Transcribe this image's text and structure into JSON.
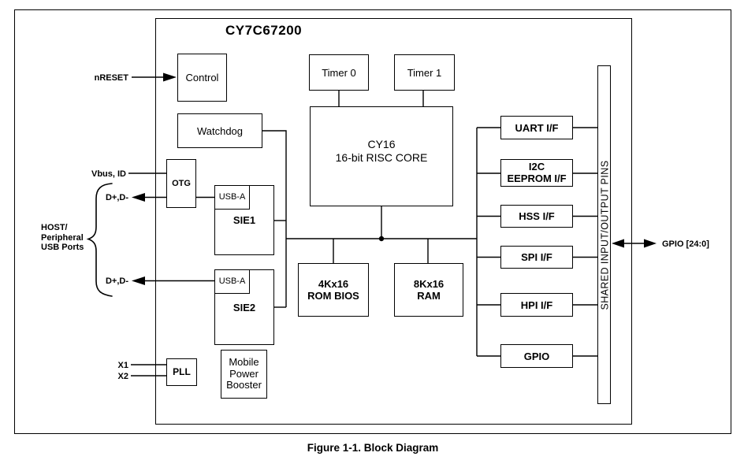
{
  "diagram": {
    "title": "CY7C67200",
    "caption": "Figure 1-1. Block Diagram"
  },
  "blocks": {
    "control": "Control",
    "watchdog": "Watchdog",
    "timer0": "Timer 0",
    "timer1": "Timer 1",
    "core": [
      "CY16",
      "16-bit RISC CORE"
    ],
    "otg": "OTG",
    "usba1": "USB-A",
    "sie1": "SIE1",
    "usba2": "USB-A",
    "sie2": "SIE2",
    "rom": [
      "4Kx16",
      "ROM BIOS"
    ],
    "ram": [
      "8Kx16",
      "RAM"
    ],
    "pll": "PLL",
    "mobile": [
      "Mobile",
      "Power",
      "Booster"
    ],
    "uart": "UART I/F",
    "i2c": [
      "I2C",
      "EEPROM I/F"
    ],
    "hss": "HSS I/F",
    "spi": "SPI I/F",
    "hpi": "HPI I/F",
    "gpio": "GPIO",
    "shared": "SHARED INPUT/OUTPUT PINS"
  },
  "pins": {
    "nreset": "nRESET",
    "vbus_id": "Vbus, ID",
    "dplus_top": "D+,D-",
    "dplus_bottom": "D+,D-",
    "x1": "X1",
    "x2": "X2",
    "gpio_bus": "GPIO [24:0]",
    "host": [
      "HOST/",
      "Peripheral",
      "USB Ports"
    ]
  },
  "colors": {
    "line": "#000000",
    "background": "#ffffff"
  }
}
